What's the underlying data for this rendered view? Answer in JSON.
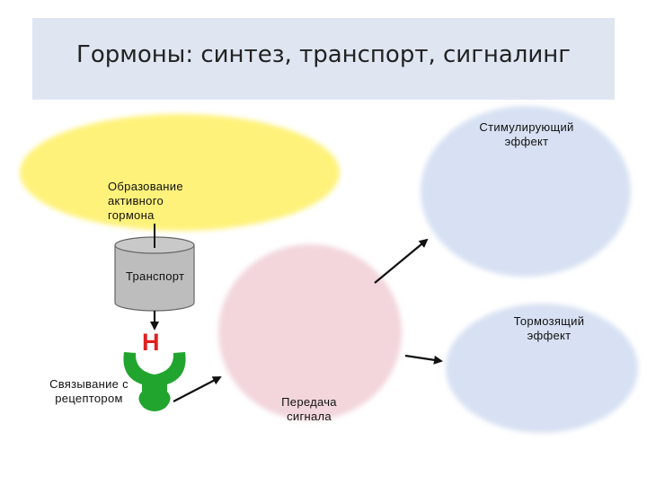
{
  "title": "Гормоны: синтез, транспорт, сигналинг",
  "labels": {
    "formation": "Образование активного гормона",
    "transport": "Транспорт",
    "binding": "Связывание с рецептором",
    "signal": "Передача сигнала",
    "stimulating": "Стимулирующий эффект",
    "inhibiting": "Тормозящий эффект",
    "hormone_letter": "H"
  },
  "colors": {
    "title_bg": "#dfe6f2",
    "synthesis_fill": "#fff27a",
    "signal_fill": "#f2d6dc",
    "effect_fill": "#d7e1f3",
    "receptor": "#22a52e",
    "hormone": "#e02020"
  }
}
